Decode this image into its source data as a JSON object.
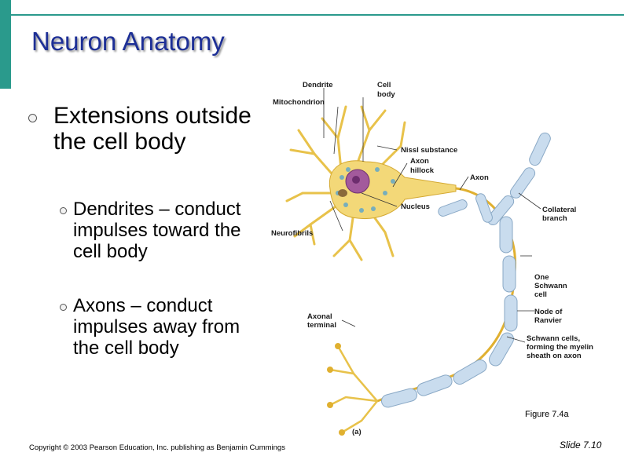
{
  "title": "Neuron Anatomy",
  "bullets": {
    "main": "Extensions outside the cell body",
    "sub1": "Dendrites – conduct impulses toward the cell body",
    "sub2": "Axons – conduct impulses away from the cell body"
  },
  "figure": {
    "labels": {
      "dendrite": "Dendrite",
      "cell_body_1": "Cell",
      "cell_body_2": "body",
      "mitochondrion": "Mitochondrion",
      "nissl": "Nissl substance",
      "axon_hillock_1": "Axon",
      "axon_hillock_2": "hillock",
      "axon": "Axon",
      "nucleus": "Nucleus",
      "collateral_1": "Collateral",
      "collateral_2": "branch",
      "neurofibrils": "Neurofibrils",
      "schwann_1": "One",
      "schwann_2": "Schwann",
      "schwann_3": "cell",
      "node_1": "Node of",
      "node_2": "Ranvier",
      "terminal_1": "Axonal",
      "terminal_2": "terminal",
      "myelin_1": "Schwann cells,",
      "myelin_2": "forming the myelin",
      "myelin_3": "sheath on axon",
      "panel": "(a)"
    },
    "caption": "Figure 7.4a"
  },
  "footer": {
    "copyright": "Copyright © 2003 Pearson Education, Inc. publishing as Benjamin Cummings",
    "slide": "Slide 7.10"
  }
}
